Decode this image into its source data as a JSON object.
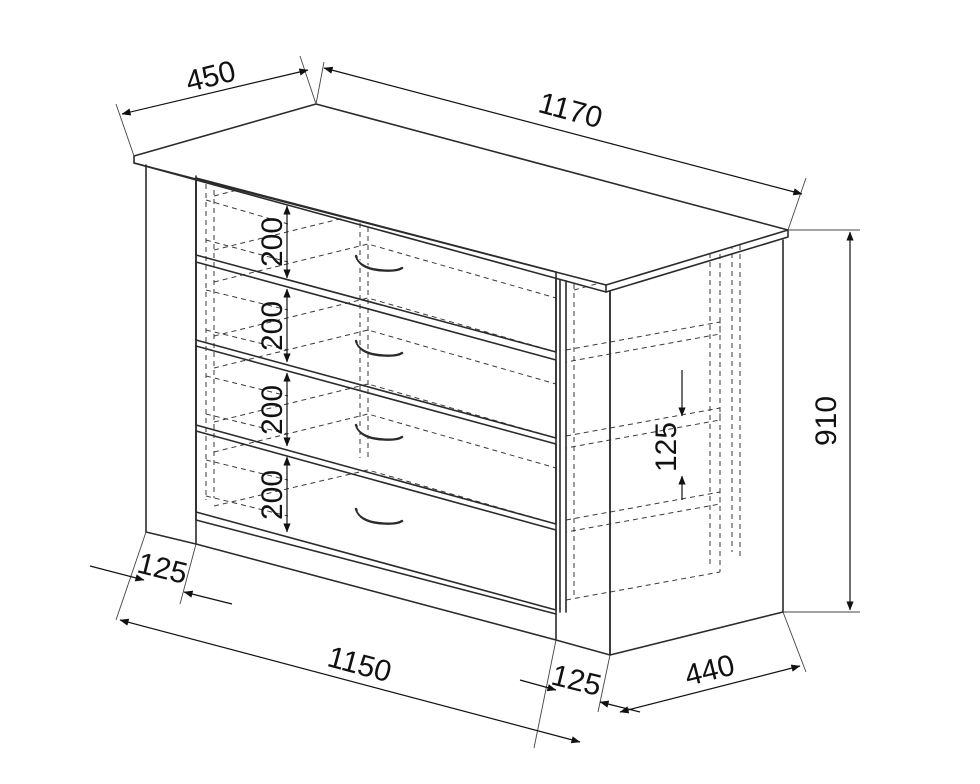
{
  "dimensions": {
    "top_depth": "450",
    "top_width": "1170",
    "height": "910",
    "drawer_1": "200",
    "drawer_2": "200",
    "drawer_3": "200",
    "drawer_4": "200",
    "shelf_spacing": "125",
    "left_leg": "125",
    "body_width": "1150",
    "right_leg": "125",
    "body_depth": "440"
  }
}
